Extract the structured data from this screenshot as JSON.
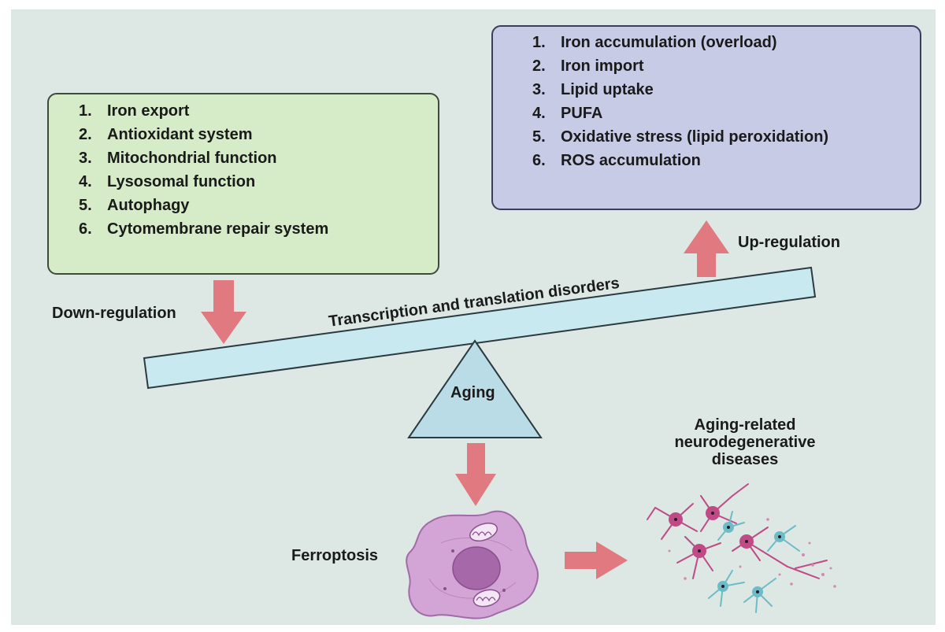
{
  "protective_factors": {
    "items": [
      {
        "num": "1.",
        "text": "Iron export"
      },
      {
        "num": "2.",
        "text": "Antioxidant system"
      },
      {
        "num": "3.",
        "text": "Mitochondrial function"
      },
      {
        "num": "4.",
        "text": "Lysosomal function"
      },
      {
        "num": "5.",
        "text": "Autophagy"
      },
      {
        "num": "6.",
        "text": "Cytomembrane repair system"
      }
    ]
  },
  "risk_factors": {
    "items": [
      {
        "num": "1.",
        "text": "Iron accumulation (overload)"
      },
      {
        "num": "2.",
        "text": "Iron import"
      },
      {
        "num": "3.",
        "text": "Lipid uptake"
      },
      {
        "num": "4.",
        "text": "PUFA"
      },
      {
        "num": "5.",
        "text": "Oxidative stress (lipid peroxidation)"
      },
      {
        "num": "6.",
        "text": "ROS accumulation"
      }
    ]
  },
  "labels": {
    "down_regulation": "Down-regulation",
    "up_regulation": "Up-regulation",
    "beam": "Transcription and translation disorders",
    "fulcrum": "Aging",
    "ferroptosis": "Ferroptosis",
    "diseases_line1": "Aging-related",
    "diseases_line2": "neurodegenerative",
    "diseases_line3": "diseases"
  },
  "colors": {
    "protective_box": "#d6ebc8",
    "risk_box": "#c7cbe6",
    "beam": "#c9e9f0",
    "arrow": "#e07a80",
    "cell": "#d3a4d6",
    "neuron_pink": "#c04a86",
    "neuron_cyan": "#6bbcc6"
  },
  "icons": {
    "cell": "ferroptotic-cell-icon",
    "neurons": "neuron-network-icon",
    "arrow": "regulation-arrow-icon"
  }
}
